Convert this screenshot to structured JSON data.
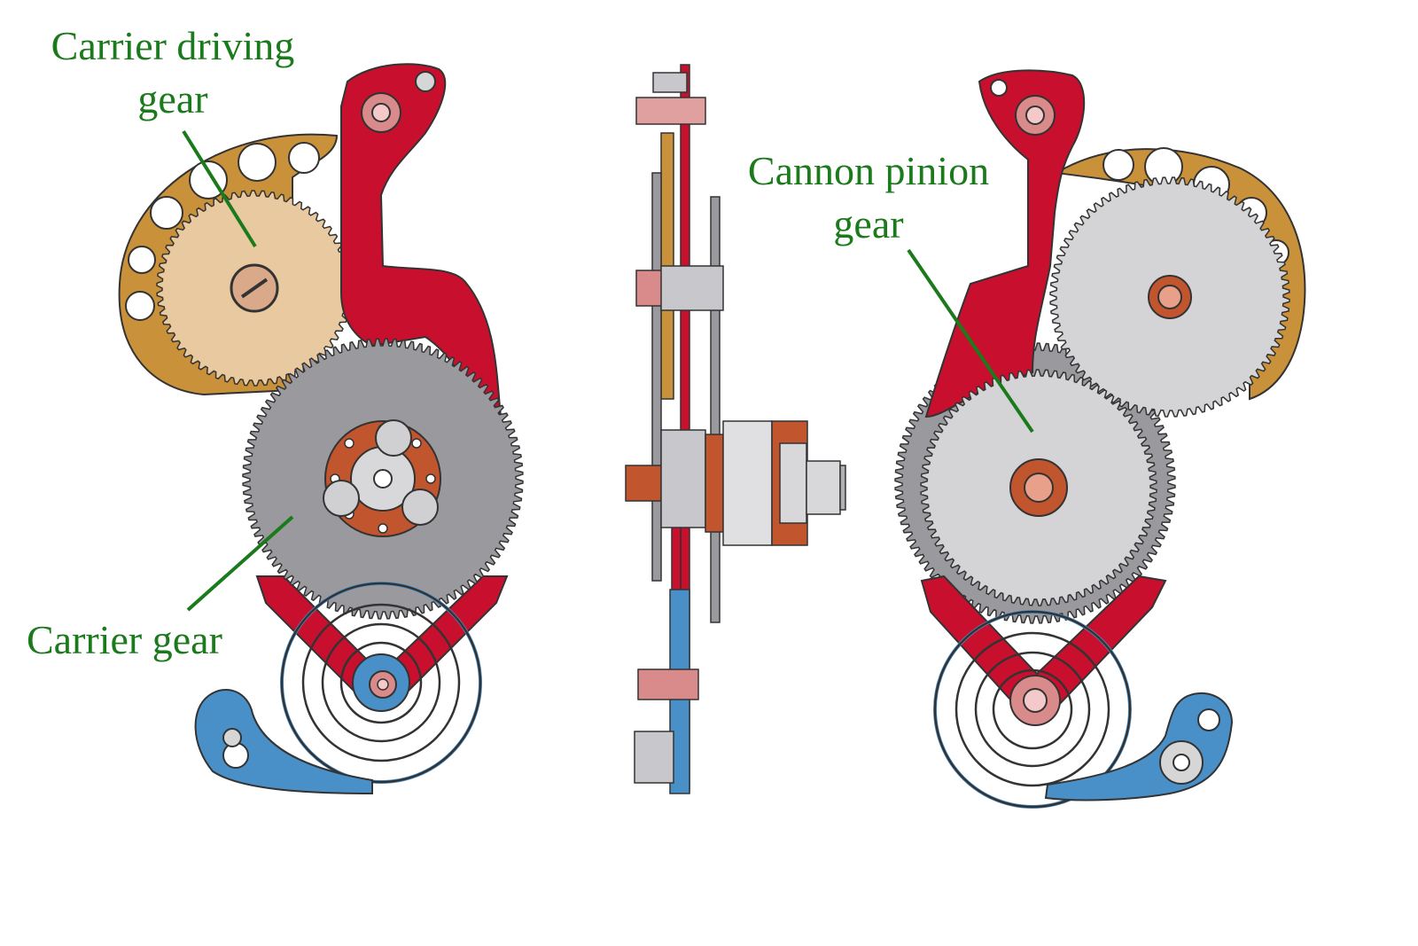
{
  "labels": {
    "carrier_driving_gear": {
      "line1": "Carrier driving",
      "line2": "gear"
    },
    "carrier_gear": "Carrier gear",
    "cannon_pinion_gear": {
      "line1": "Cannon pinion",
      "line2": "gear"
    }
  },
  "colors": {
    "label_green": "#1b7a1b",
    "lever_red": "#c8102e",
    "plate_bronze": "#c9913a",
    "gear_grey": "#9a9a9e",
    "gear_light": "#d4d4d6",
    "gear_tan": "#e8c9a0",
    "spring_blue": "#4a90c8",
    "hub_copper": "#c0552e"
  }
}
